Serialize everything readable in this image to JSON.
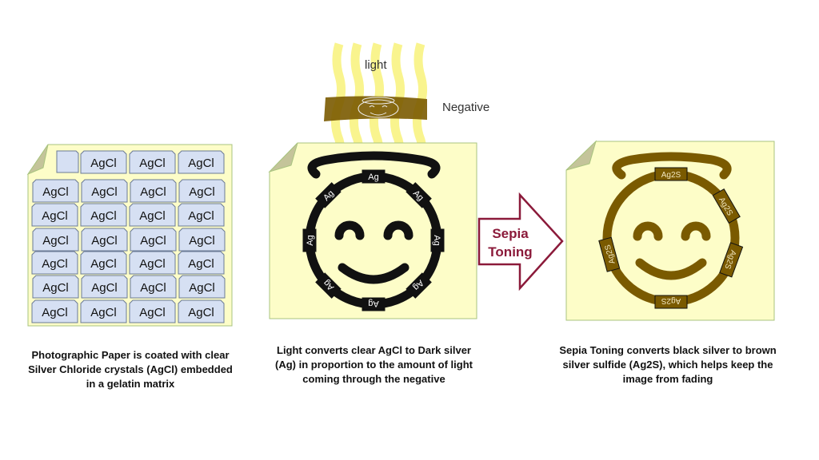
{
  "panels": {
    "paper": {
      "crystal_label": "AgCl",
      "caption": "Photographic Paper is coated with clear Silver Chloride crystals (AgCl) embedded in a gelatin matrix"
    },
    "exposure": {
      "light_label": "light",
      "negative_label": "Negative",
      "silver_label": "Ag",
      "caption": "Light converts clear AgCl to Dark silver (Ag) in proportion to the amount of light coming through the negative"
    },
    "arrow": {
      "line1": "Sepia",
      "line2": "Toning"
    },
    "toned": {
      "sulfide_label": "Ag2S",
      "caption": "Sepia Toning converts black silver to brown silver sulfide (Ag2S), which helps keep the image from fading"
    }
  },
  "colors": {
    "paper": "#fdfdc8",
    "paper_border": "#a9c47f",
    "crystal": "#d6e0f3",
    "silver": "#111111",
    "sepia": "#7a5a00",
    "light": "#f8f27a",
    "arrow": "#8b1a3a"
  }
}
